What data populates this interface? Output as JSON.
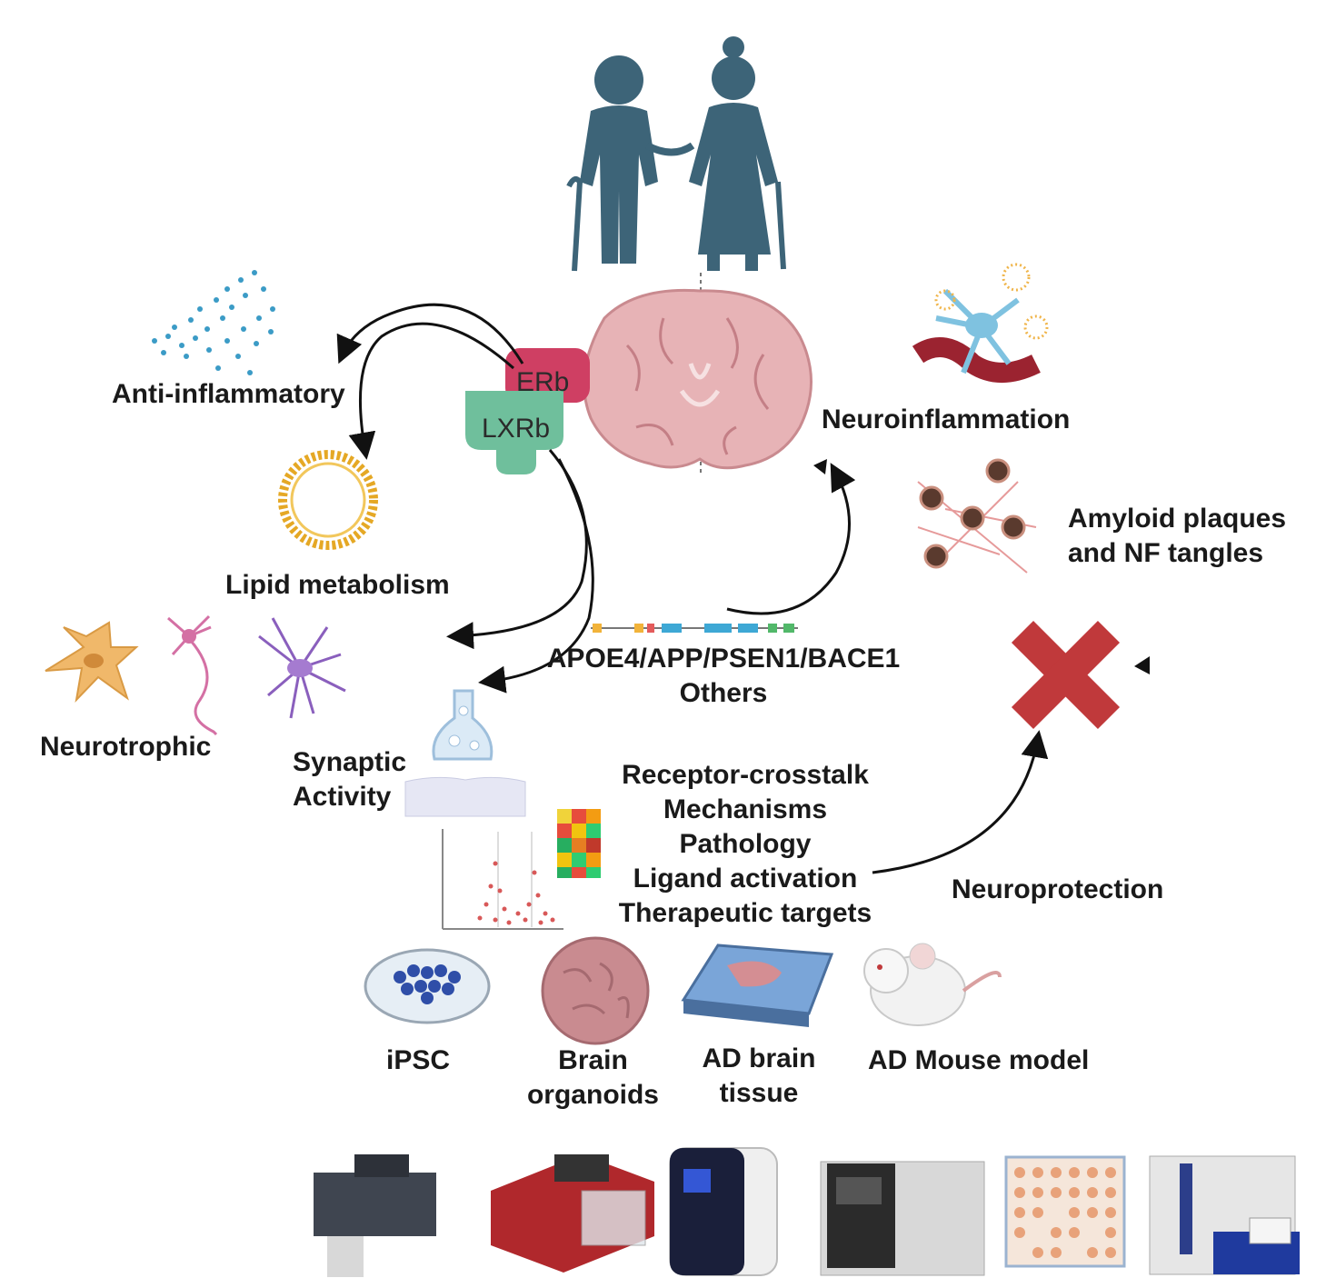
{
  "receptors": {
    "erb": "ERb",
    "lxrb": "LXRb"
  },
  "effects": {
    "anti_inflammatory": "Anti-inflammatory",
    "lipid_metabolism": "Lipid metabolism",
    "neurotrophic": "Neurotrophic",
    "synaptic_line1": "Synaptic",
    "synaptic_line2": "Activity"
  },
  "pathology": {
    "neuroinflammation": "Neuroinflammation",
    "amyloid_line1": "Amyloid plaques",
    "amyloid_line2": "and NF tangles",
    "neuroprotection": "Neuroprotection"
  },
  "genes": {
    "line1": "APOE4/APP/PSEN1/BACE1",
    "line2": "Others"
  },
  "research": {
    "items": [
      "Receptor-crosstalk",
      "Mechanisms",
      "Pathology",
      "Ligand activation",
      "Therapeutic targets"
    ]
  },
  "models": {
    "ipsc": "iPSC",
    "organoids_line1": "Brain",
    "organoids_line2": "organoids",
    "tissue_line1": "AD brain",
    "tissue_line2": "tissue",
    "mouse": "AD Mouse model"
  },
  "colors": {
    "people": "#3d6478",
    "brain": "#e7b3b6",
    "erb": "#cf3f63",
    "lxrb": "#6fbf9c",
    "cross": "#c0393b",
    "arrow": "#111111"
  }
}
